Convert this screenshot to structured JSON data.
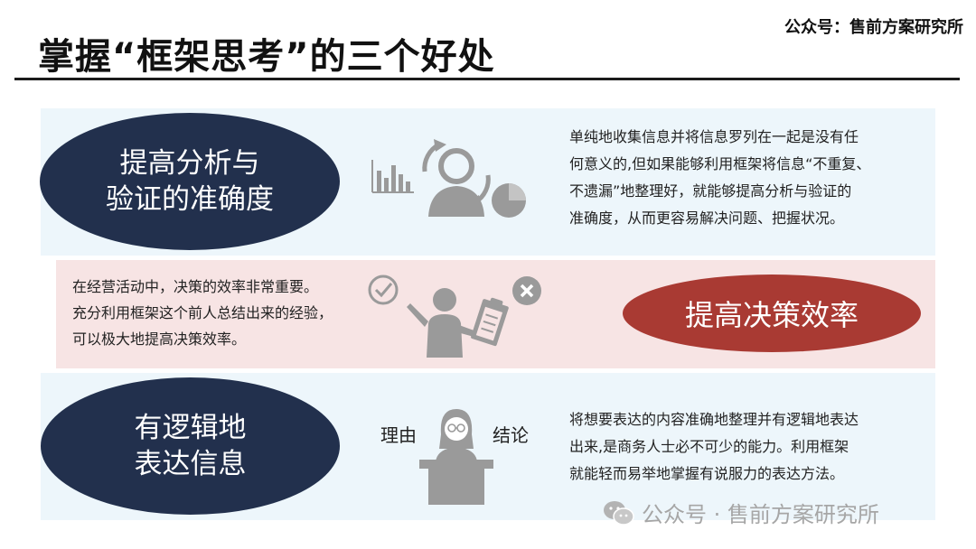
{
  "title": "掌握“框架思考”的三个好处",
  "brand": "公众号：售前方案研究所",
  "benefits": [
    {
      "heading": "提高分析与\n验证的准确度",
      "description": "单纯地收集信息并将信息罗列在一起是没有任\n何意义的,但如果能够利用框架将信息“不重复、\n不遗漏”地整理好，就能够提高分析与验证的\n准确度，从而更容易解决问题、把握状况。"
    },
    {
      "heading": "提高决策效率",
      "description": "在经营活动中，决策的效率非常重要。\n充分利用框架这个前人总结出来的经验，\n可以极大地提高决策效率。"
    },
    {
      "heading": "有逻辑地\n表达信息",
      "description": "将想要表达的内容准确地整理并有逻辑地表达\n出来,是商务人士必不可少的能力。利用框架\n就能轻而易举地掌握有说服力的表达方法。",
      "label_left": "理由",
      "label_right": "结论"
    }
  ],
  "watermark": "公众号 · 售前方案研究所",
  "colors": {
    "navy": "#22304d",
    "red": "#a93a33",
    "panel_blue": "#edf6fb",
    "panel_pink": "#f7e4e4",
    "icon_gray": "#9a9a9a"
  },
  "icons": [
    "bar-chart-icon",
    "person-refresh-icon",
    "pie-chart-icon",
    "check-circle-icon",
    "presenter-clipboard-icon",
    "x-circle-icon",
    "speaker-podium-icon",
    "wechat-icon"
  ]
}
